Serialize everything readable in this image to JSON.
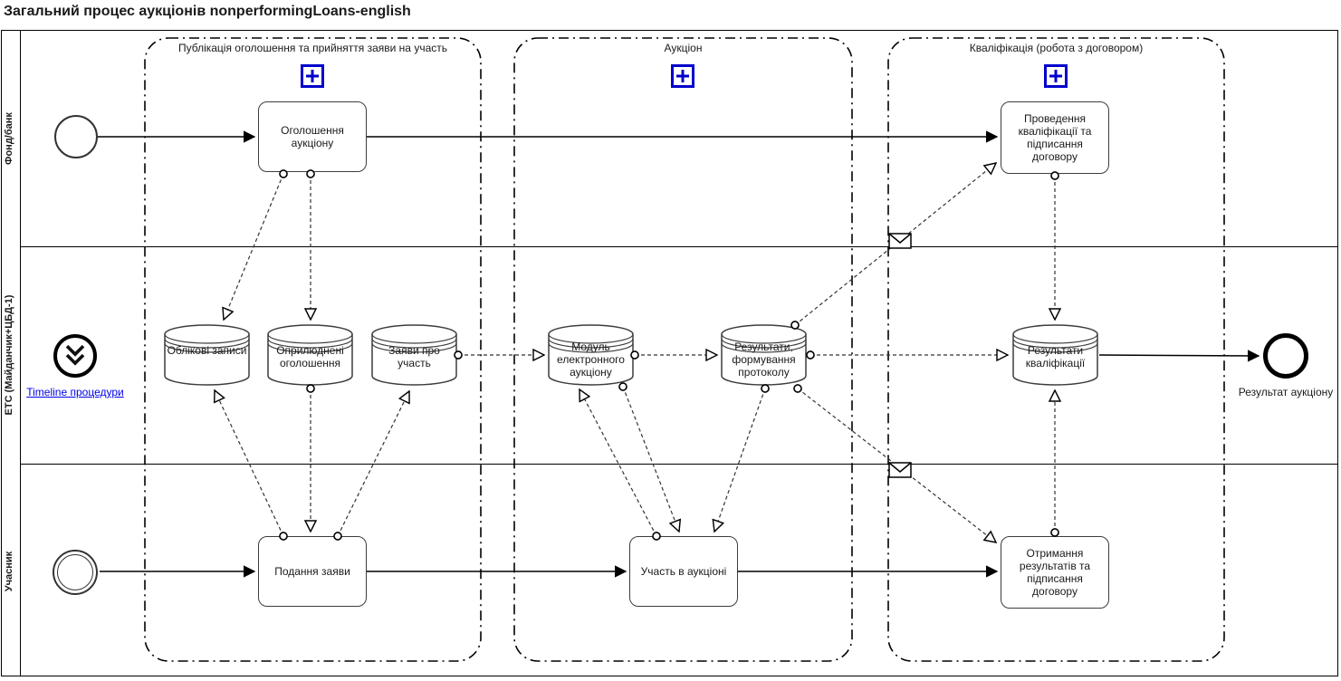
{
  "title": "Загальний процес аукціонів nonperformingLoans-english",
  "lanes": [
    {
      "label": "Фонд/банк"
    },
    {
      "label": "ЕТС (Майданчик+ЦБД-1)"
    },
    {
      "label": "Учасник"
    }
  ],
  "groups": [
    {
      "label": "Публікація оголошення та прийняття заяви на участь"
    },
    {
      "label": "Аукціон"
    },
    {
      "label": "Кваліфікація (робота з договором)"
    }
  ],
  "tasks": {
    "announce": "Оголошення аукціону",
    "qualification": "Проведення кваліфікації та підписання договору",
    "submit": "Подання заяви",
    "participate": "Участь в аукціоні",
    "receive": "Отримання результатів та підписання договору"
  },
  "stores": {
    "accounts": "Облікові записи",
    "published": "Оприлюднені оголошення",
    "applications": "Заяви про участь",
    "auction_module": "Модуль електронного аукціону",
    "results_protocol": "Результати, формування протоколу",
    "qual_results": "Результати кваліфікації"
  },
  "events": {
    "auction_result_label": "Результат аукціону"
  },
  "links": {
    "timeline": "Timeline процедури"
  },
  "colors": {
    "expand_marker_blue": "#0000CC",
    "hyperlink_blue": "#0000EE",
    "line_black": "#000000"
  }
}
